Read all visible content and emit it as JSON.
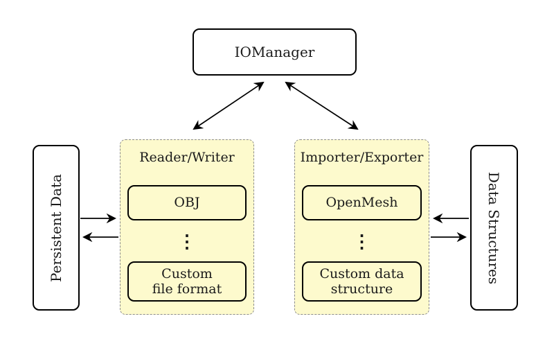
{
  "colors": {
    "container_fill": "#fdfacd",
    "container_border": "#8b8b8b",
    "box_border": "#000000",
    "background": "#ffffff"
  },
  "nodes": {
    "io_manager": {
      "label": "IOManager"
    },
    "persistent_data": {
      "label": "Persistent Data"
    },
    "data_structures": {
      "label": "Data Structures"
    },
    "reader_writer": {
      "title": "Reader/Writer",
      "item_top": "OBJ",
      "ellipsis": "⋮",
      "item_bottom": "Custom\nfile format"
    },
    "importer_exporter": {
      "title": "Importer/Exporter",
      "item_top": "OpenMesh",
      "ellipsis": "⋮",
      "item_bottom": "Custom data\nstructure"
    }
  },
  "arrows": [
    {
      "name": "iomanager-readerwriter",
      "type": "double-headed"
    },
    {
      "name": "iomanager-importerexporter",
      "type": "double-headed"
    },
    {
      "name": "persistentdata-to-readerwriter",
      "type": "single"
    },
    {
      "name": "readerwriter-to-persistentdata",
      "type": "single"
    },
    {
      "name": "datastructures-to-importerexporter",
      "type": "single"
    },
    {
      "name": "importerexporter-to-datastructures",
      "type": "single"
    }
  ]
}
